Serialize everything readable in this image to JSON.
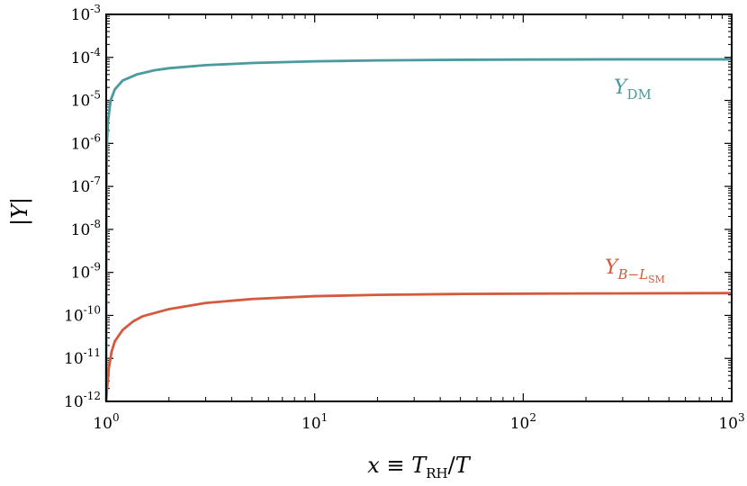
{
  "chart_data": {
    "type": "line",
    "title": "",
    "xlabel": "x ≡ T_RH/T",
    "ylabel": "|Y|",
    "xscale": "log",
    "yscale": "log",
    "xlim": [
      1,
      1000
    ],
    "ylim": [
      1e-12,
      0.001
    ],
    "grid": false,
    "legend": "none (inline series labels)",
    "x_ticks": [
      {
        "value": 1,
        "base": "10",
        "exp": "0"
      },
      {
        "value": 10,
        "base": "10",
        "exp": "1"
      },
      {
        "value": 100,
        "base": "10",
        "exp": "2"
      },
      {
        "value": 1000,
        "base": "10",
        "exp": "3"
      }
    ],
    "y_ticks": [
      {
        "value": 0.001,
        "base": "10",
        "exp": "-3"
      },
      {
        "value": 0.0001,
        "base": "10",
        "exp": "-4"
      },
      {
        "value": 1e-05,
        "base": "10",
        "exp": "-5"
      },
      {
        "value": 1e-06,
        "base": "10",
        "exp": "-6"
      },
      {
        "value": 1e-07,
        "base": "10",
        "exp": "-7"
      },
      {
        "value": 1e-08,
        "base": "10",
        "exp": "-8"
      },
      {
        "value": 1e-09,
        "base": "10",
        "exp": "-9"
      },
      {
        "value": 1e-10,
        "base": "10",
        "exp": "-10"
      },
      {
        "value": 1e-11,
        "base": "10",
        "exp": "-11"
      },
      {
        "value": 1e-12,
        "base": "10",
        "exp": "-12"
      }
    ],
    "series": [
      {
        "name": "Y_DM",
        "label_main": "Y",
        "label_sub": "DM",
        "color": "#4a9a9e",
        "points": [
          [
            1.0,
            1e-12
          ],
          [
            1.001,
            1e-10
          ],
          [
            1.003,
            3e-08
          ],
          [
            1.005,
            3e-07
          ],
          [
            1.01,
            1.2e-06
          ],
          [
            1.02,
            3.2e-06
          ],
          [
            1.05,
            1e-05
          ],
          [
            1.1,
            1.8e-05
          ],
          [
            1.2,
            2.9e-05
          ],
          [
            1.4,
            4e-05
          ],
          [
            1.7,
            5e-05
          ],
          [
            2.0,
            5.6e-05
          ],
          [
            3.0,
            6.6e-05
          ],
          [
            5.0,
            7.4e-05
          ],
          [
            10,
            8.1e-05
          ],
          [
            20,
            8.5e-05
          ],
          [
            50,
            8.8e-05
          ],
          [
            100,
            8.9e-05
          ],
          [
            300,
            9e-05
          ],
          [
            1000,
            9e-05
          ]
        ]
      },
      {
        "name": "Y_{B-L_SM}",
        "label_main": "Y",
        "label_sub": "B−L",
        "label_subsub": "SM",
        "color": "#d35a3c",
        "points": [
          [
            1.0,
            1e-12
          ],
          [
            1.01,
            2e-12
          ],
          [
            1.03,
            6e-12
          ],
          [
            1.06,
            1.4e-11
          ],
          [
            1.1,
            2.5e-11
          ],
          [
            1.2,
            4.6e-11
          ],
          [
            1.35,
            7.3e-11
          ],
          [
            1.5,
            9.6e-11
          ],
          [
            2.0,
            1.4e-10
          ],
          [
            3.0,
            1.95e-10
          ],
          [
            5.0,
            2.4e-10
          ],
          [
            10,
            2.8e-10
          ],
          [
            20,
            3e-10
          ],
          [
            50,
            3.15e-10
          ],
          [
            100,
            3.2e-10
          ],
          [
            300,
            3.25e-10
          ],
          [
            1000,
            3.3e-10
          ]
        ]
      }
    ]
  }
}
